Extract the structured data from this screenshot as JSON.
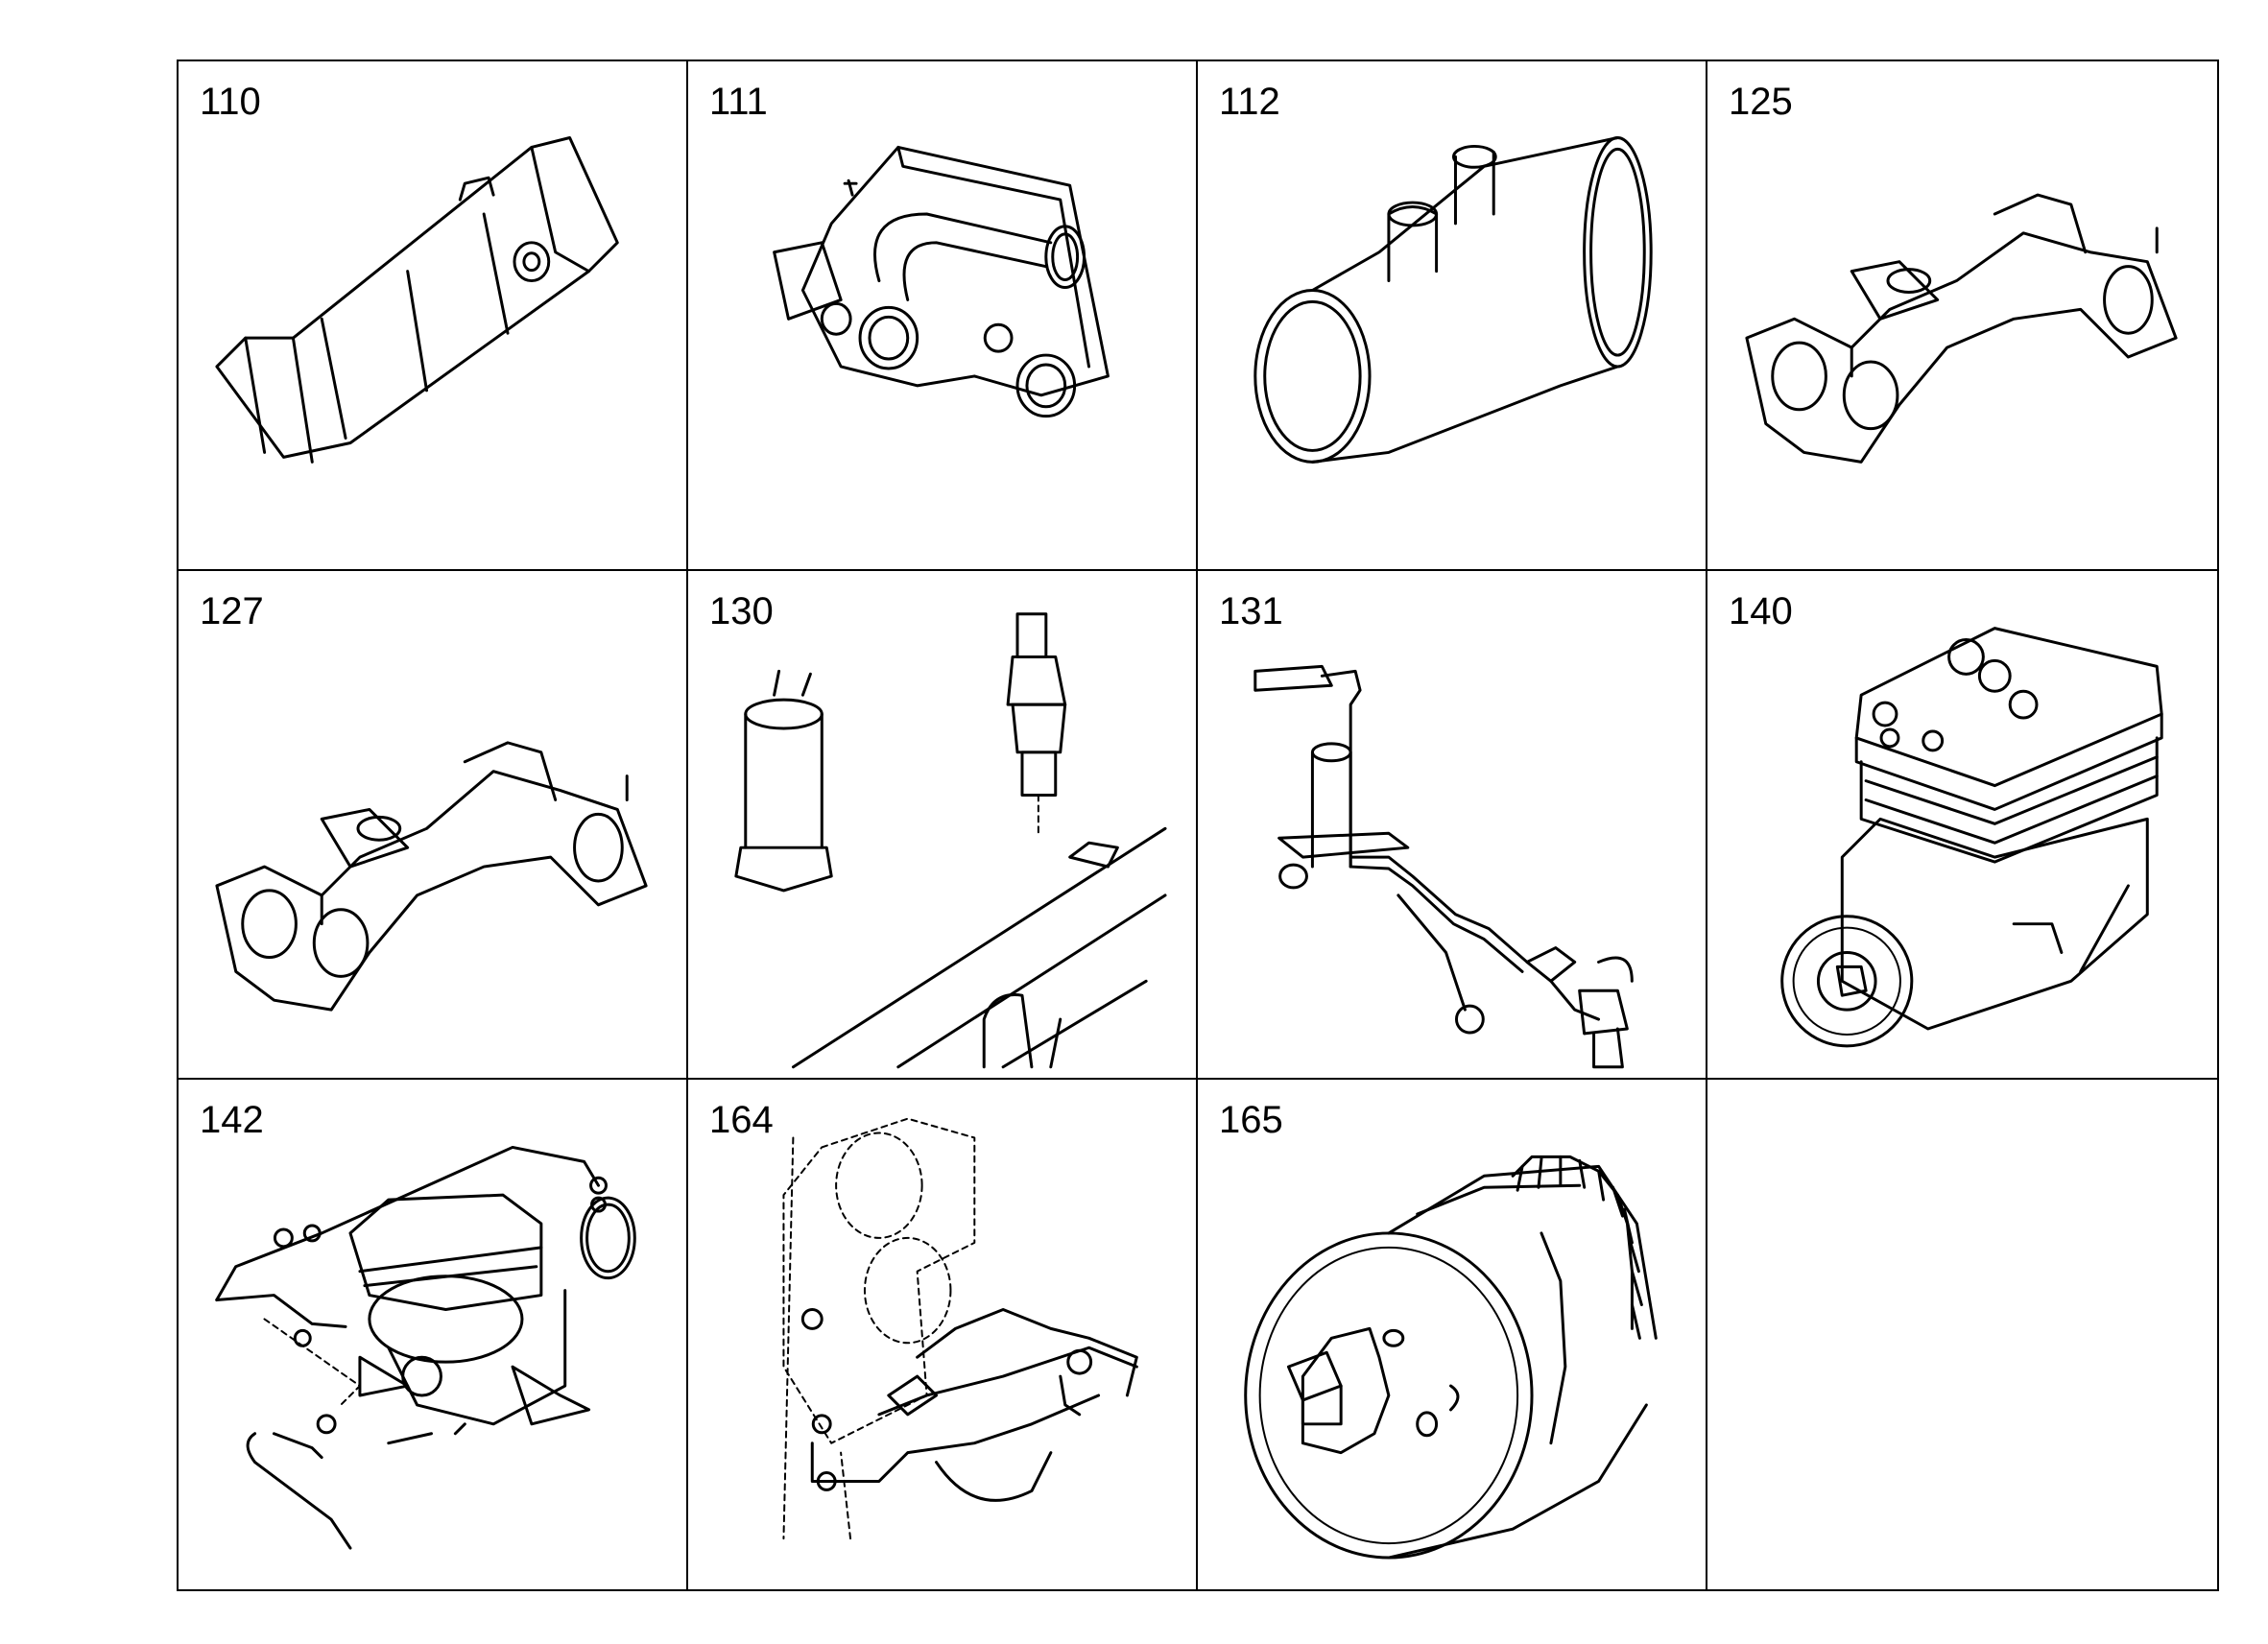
{
  "cells": [
    {
      "number": "110",
      "icon": "exhaust-manifold-cover"
    },
    {
      "number": "111",
      "icon": "thermostat-housing"
    },
    {
      "number": "112",
      "icon": "air-intake-pipe"
    },
    {
      "number": "125",
      "icon": "exhaust-manifold"
    },
    {
      "number": "127",
      "icon": "exhaust-manifold"
    },
    {
      "number": "130",
      "icon": "glow-plug-and-sensor"
    },
    {
      "number": "131",
      "icon": "sensor-harness"
    },
    {
      "number": "140",
      "icon": "air-compressor"
    },
    {
      "number": "142",
      "icon": "air-compressor-assembly"
    },
    {
      "number": "164",
      "icon": "engine-block-bracket"
    },
    {
      "number": "165",
      "icon": "fan-clutch"
    },
    {
      "number": "",
      "icon": "empty"
    }
  ]
}
